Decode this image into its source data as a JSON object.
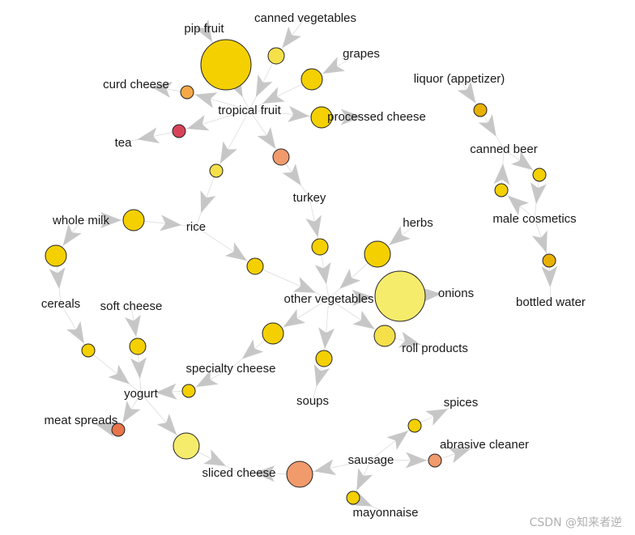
{
  "watermark": "CSDN @知来者逆",
  "colors": {
    "gold": "#f4d000",
    "yellow": "#f5e04a",
    "lightyellow": "#f6ec6c",
    "amber": "#e8b000",
    "orange": "#f4a846",
    "salmon": "#f19a6c",
    "coral": "#e8744a",
    "red": "#d9435a",
    "arrow": "#bdbdbd"
  },
  "items": [
    {
      "id": "pip_fruit",
      "label": "pip fruit"
    },
    {
      "id": "canned_vegetables",
      "label": "canned vegetables"
    },
    {
      "id": "grapes",
      "label": "grapes"
    },
    {
      "id": "curd_cheese",
      "label": "curd cheese"
    },
    {
      "id": "tropical_fruit",
      "label": "tropical fruit"
    },
    {
      "id": "processed_cheese",
      "label": "processed cheese"
    },
    {
      "id": "tea",
      "label": "tea"
    },
    {
      "id": "turkey",
      "label": "turkey"
    },
    {
      "id": "liquor",
      "label": "liquor (appetizer)"
    },
    {
      "id": "canned_beer",
      "label": "canned beer"
    },
    {
      "id": "male_cosmetics",
      "label": "male cosmetics"
    },
    {
      "id": "bottled_water",
      "label": "bottled water"
    },
    {
      "id": "whole_milk",
      "label": "whole milk"
    },
    {
      "id": "rice",
      "label": "rice"
    },
    {
      "id": "herbs",
      "label": "herbs"
    },
    {
      "id": "cereals",
      "label": "cereals"
    },
    {
      "id": "soft_cheese",
      "label": "soft cheese"
    },
    {
      "id": "other_vegetables",
      "label": "other vegetables"
    },
    {
      "id": "onions",
      "label": "onions"
    },
    {
      "id": "roll_products",
      "label": "roll products"
    },
    {
      "id": "specialty_cheese",
      "label": "specialty cheese"
    },
    {
      "id": "yogurt",
      "label": "yogurt"
    },
    {
      "id": "soups",
      "label": "soups"
    },
    {
      "id": "meat_spreads",
      "label": "meat spreads"
    },
    {
      "id": "spices",
      "label": "spices"
    },
    {
      "id": "abrasive_cleaner",
      "label": "abrasive cleaner"
    },
    {
      "id": "sausage",
      "label": "sausage"
    },
    {
      "id": "sliced_cheese",
      "label": "sliced cheese"
    },
    {
      "id": "mayonnaise",
      "label": "mayonnaise"
    }
  ],
  "rules": [
    {
      "id": "r1",
      "color": "gold",
      "size": "xl"
    },
    {
      "id": "r2",
      "color": "yellow",
      "size": "s"
    },
    {
      "id": "r3",
      "color": "gold",
      "size": "m"
    },
    {
      "id": "r4",
      "color": "orange",
      "size": "xs"
    },
    {
      "id": "r5",
      "color": "gold",
      "size": "m"
    },
    {
      "id": "r6",
      "color": "red",
      "size": "xs"
    },
    {
      "id": "r7",
      "color": "salmon",
      "size": "s"
    },
    {
      "id": "r8",
      "color": "yellow",
      "size": "xs"
    },
    {
      "id": "r9",
      "color": "amber",
      "size": "xs"
    },
    {
      "id": "r10",
      "color": "gold",
      "size": "xs"
    },
    {
      "id": "r11",
      "color": "gold",
      "size": "xs"
    },
    {
      "id": "r12",
      "color": "amber",
      "size": "xs"
    },
    {
      "id": "r13",
      "color": "gold",
      "size": "m"
    },
    {
      "id": "r14",
      "color": "gold",
      "size": "m"
    },
    {
      "id": "r15",
      "color": "gold",
      "size": "s"
    },
    {
      "id": "r16",
      "color": "gold",
      "size": "l"
    },
    {
      "id": "r17",
      "color": "lightyellow",
      "size": "xl"
    },
    {
      "id": "r18",
      "color": "gold",
      "size": "s"
    },
    {
      "id": "r19",
      "color": "yellow",
      "size": "m"
    },
    {
      "id": "r20",
      "color": "gold",
      "size": "s"
    },
    {
      "id": "r21",
      "color": "gold",
      "size": "xs"
    },
    {
      "id": "r22",
      "color": "gold",
      "size": "m"
    },
    {
      "id": "r23",
      "color": "gold",
      "size": "s"
    },
    {
      "id": "r24",
      "color": "coral",
      "size": "xs"
    },
    {
      "id": "r25",
      "color": "lightyellow",
      "size": "l"
    },
    {
      "id": "r26",
      "color": "gold",
      "size": "xs"
    },
    {
      "id": "r27",
      "color": "salmon",
      "size": "xs"
    },
    {
      "id": "r28",
      "color": "salmon",
      "size": "l"
    },
    {
      "id": "r29",
      "color": "gold",
      "size": "xs"
    }
  ],
  "edges": [
    {
      "from": "pip_fruit",
      "to": "r1"
    },
    {
      "from": "r1",
      "to": "tropical_fruit"
    },
    {
      "from": "canned_vegetables",
      "to": "r2"
    },
    {
      "from": "r2",
      "to": "tropical_fruit"
    },
    {
      "from": "grapes",
      "to": "r3"
    },
    {
      "from": "r3",
      "to": "tropical_fruit"
    },
    {
      "from": "tropical_fruit",
      "to": "r4"
    },
    {
      "from": "r4",
      "to": "curd_cheese"
    },
    {
      "from": "tropical_fruit",
      "to": "r5"
    },
    {
      "from": "r5",
      "to": "processed_cheese"
    },
    {
      "from": "tropical_fruit",
      "to": "r6"
    },
    {
      "from": "r6",
      "to": "tea"
    },
    {
      "from": "tropical_fruit",
      "to": "r7"
    },
    {
      "from": "r7",
      "to": "turkey"
    },
    {
      "from": "tropical_fruit",
      "to": "r8"
    },
    {
      "from": "r8",
      "to": "rice"
    },
    {
      "from": "liquor",
      "to": "r9"
    },
    {
      "from": "r9",
      "to": "canned_beer"
    },
    {
      "from": "canned_beer",
      "to": "r10"
    },
    {
      "from": "r10",
      "to": "male_cosmetics"
    },
    {
      "from": "male_cosmetics",
      "to": "r11"
    },
    {
      "from": "r11",
      "to": "canned_beer"
    },
    {
      "from": "male_cosmetics",
      "to": "r12"
    },
    {
      "from": "r12",
      "to": "bottled_water"
    },
    {
      "from": "whole_milk",
      "to": "r13"
    },
    {
      "from": "r13",
      "to": "rice"
    },
    {
      "from": "whole_milk",
      "to": "r14"
    },
    {
      "from": "r14",
      "to": "cereals"
    },
    {
      "from": "rice",
      "to": "r15"
    },
    {
      "from": "r15",
      "to": "other_vegetables"
    },
    {
      "from": "herbs",
      "to": "r16"
    },
    {
      "from": "r16",
      "to": "other_vegetables"
    },
    {
      "from": "turkey",
      "to": "r18"
    },
    {
      "from": "r18",
      "to": "other_vegetables"
    },
    {
      "from": "other_vegetables",
      "to": "r17"
    },
    {
      "from": "r17",
      "to": "onions"
    },
    {
      "from": "other_vegetables",
      "to": "r19"
    },
    {
      "from": "r19",
      "to": "roll_products"
    },
    {
      "from": "other_vegetables",
      "to": "r20"
    },
    {
      "from": "r20",
      "to": "soups"
    },
    {
      "from": "other_vegetables",
      "to": "r22"
    },
    {
      "from": "r22",
      "to": "specialty_cheese"
    },
    {
      "from": "cereals",
      "to": "r21"
    },
    {
      "from": "r21",
      "to": "yogurt"
    },
    {
      "from": "soft_cheese",
      "to": "r23"
    },
    {
      "from": "r23",
      "to": "yogurt"
    },
    {
      "from": "specialty_cheese",
      "to": "r26"
    },
    {
      "from": "r26",
      "to": "yogurt"
    },
    {
      "from": "yogurt",
      "to": "r24"
    },
    {
      "from": "r24",
      "to": "meat_spreads"
    },
    {
      "from": "yogurt",
      "to": "r25"
    },
    {
      "from": "r25",
      "to": "sliced_cheese"
    },
    {
      "from": "sausage",
      "to": "r28"
    },
    {
      "from": "r28",
      "to": "sliced_cheese"
    },
    {
      "from": "sausage",
      "to": "r27"
    },
    {
      "from": "r27",
      "to": "abrasive_cleaner"
    },
    {
      "from": "sausage",
      "to": "r29"
    },
    {
      "from": "r29",
      "to": "mayonnaise"
    },
    {
      "from": "sausage",
      "to": "r30"
    },
    {
      "from": "r30",
      "to": "spices"
    }
  ]
}
